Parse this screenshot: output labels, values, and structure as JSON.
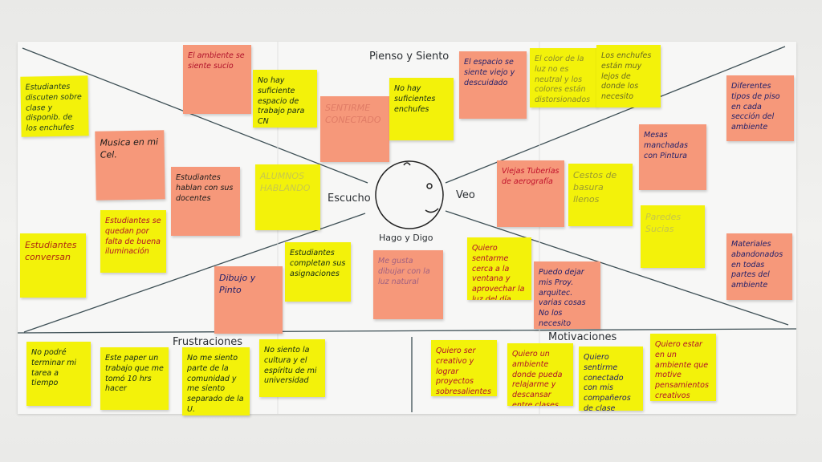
{
  "colors": {
    "yellow": "#f3f20a",
    "salmon": "#f6987a",
    "board": "#f7f7f6",
    "line": "#3d4f55"
  },
  "labels": {
    "think_feel": "Pienso y Siento",
    "hear": "Escucho",
    "see": "Veo",
    "say_do": "Hago y Digo",
    "frustrations": "Frustraciones",
    "motivations": "Motivaciones"
  },
  "notes": [
    {
      "text": "Estudiantes discuten sobre clase y disponib. de los enchufes",
      "color": "yellow",
      "ink": "#1d3a1d"
    },
    {
      "text": "El ambiente se siente sucio",
      "color": "salmon",
      "ink": "#b0102a"
    },
    {
      "text": "No hay suficiente espacio de trabajo para CN",
      "color": "yellow",
      "ink": "#142a14"
    },
    {
      "text": "SENTIRME CONECTADO",
      "color": "salmon",
      "ink": "#e07c66"
    },
    {
      "text": "No hay suficientes enchufes",
      "color": "yellow",
      "ink": "#142a14"
    },
    {
      "text": "El espacio se siente viejo y descuidado",
      "color": "salmon",
      "ink": "#1e1e6a"
    },
    {
      "text": "El color de la luz no es neutral y los colores están distorsionados",
      "color": "yellow",
      "ink": "#8a8a2a"
    },
    {
      "text": "Los enchufes están muy lejos de donde los necesito",
      "color": "yellow",
      "ink": "#6a6a20"
    },
    {
      "text": "Diferentes tipos de piso en cada sección del ambiente",
      "color": "salmon",
      "ink": "#1e1e6a"
    },
    {
      "text": "Musica en mi Cel.",
      "color": "salmon",
      "ink": "#1a1a1a"
    },
    {
      "text": "Estudiantes hablan con sus docentes",
      "color": "salmon",
      "ink": "#1a1a1a"
    },
    {
      "text": "ALUMNOS HABLANDO",
      "color": "yellow",
      "ink": "#c9c94a"
    },
    {
      "text": "Mesas manchadas con Pintura",
      "color": "salmon",
      "ink": "#1e1e6a"
    },
    {
      "text": "Viejas Tuberías de aerografía",
      "color": "salmon",
      "ink": "#c0102a"
    },
    {
      "text": "Cestos de basura llenos",
      "color": "yellow",
      "ink": "#9a9a30"
    },
    {
      "text": "Paredes Sucias",
      "color": "yellow",
      "ink": "#c6c64a"
    },
    {
      "text": "Estudiantes se quedan por falta de buena iluminación",
      "color": "yellow",
      "ink": "#b0102a"
    },
    {
      "text": "Estudiantes conversan",
      "color": "yellow",
      "ink": "#b02a10"
    },
    {
      "text": "Estudiantes completan sus asignaciones",
      "color": "yellow",
      "ink": "#142a14"
    },
    {
      "text": "Dibujo y Pinto",
      "color": "salmon",
      "ink": "#1e1e6a"
    },
    {
      "text": "Me gusta dibujar con la luz natural",
      "color": "salmon",
      "ink": "#a06080"
    },
    {
      "text": "Quiero sentarme cerca a la ventana y aprovechar la luz del día",
      "color": "yellow",
      "ink": "#b0102a"
    },
    {
      "text": "Puedo dejar mis Proy. arquitec. varias cosas No los necesito",
      "color": "salmon",
      "ink": "#1e1e6a"
    },
    {
      "text": "Materiales abandonados en todas partes del ambiente",
      "color": "salmon",
      "ink": "#1e1e6a"
    },
    {
      "text": "No podré terminar mi tarea a tiempo",
      "color": "yellow",
      "ink": "#142a14"
    },
    {
      "text": "Este paper un trabajo que me tomó 10 hrs hacer",
      "color": "yellow",
      "ink": "#142a14"
    },
    {
      "text": "No me siento parte de la comunidad y me siento separado de la U.",
      "color": "yellow",
      "ink": "#142a14"
    },
    {
      "text": "No siento la cultura y el espíritu de mi universidad",
      "color": "yellow",
      "ink": "#142a14"
    },
    {
      "text": "Quiero ser creativo y lograr proyectos sobresalientes",
      "color": "yellow",
      "ink": "#b0102a"
    },
    {
      "text": "Quiero un ambiente donde pueda relajarme y descansar entre clases",
      "color": "yellow",
      "ink": "#b0102a"
    },
    {
      "text": "Quiero sentirme conectado con mis compañeros de clase",
      "color": "yellow",
      "ink": "#1e1e6a"
    },
    {
      "text": "Quiero estar en un ambiente que motive pensamientos creativos",
      "color": "yellow",
      "ink": "#b0102a"
    }
  ]
}
